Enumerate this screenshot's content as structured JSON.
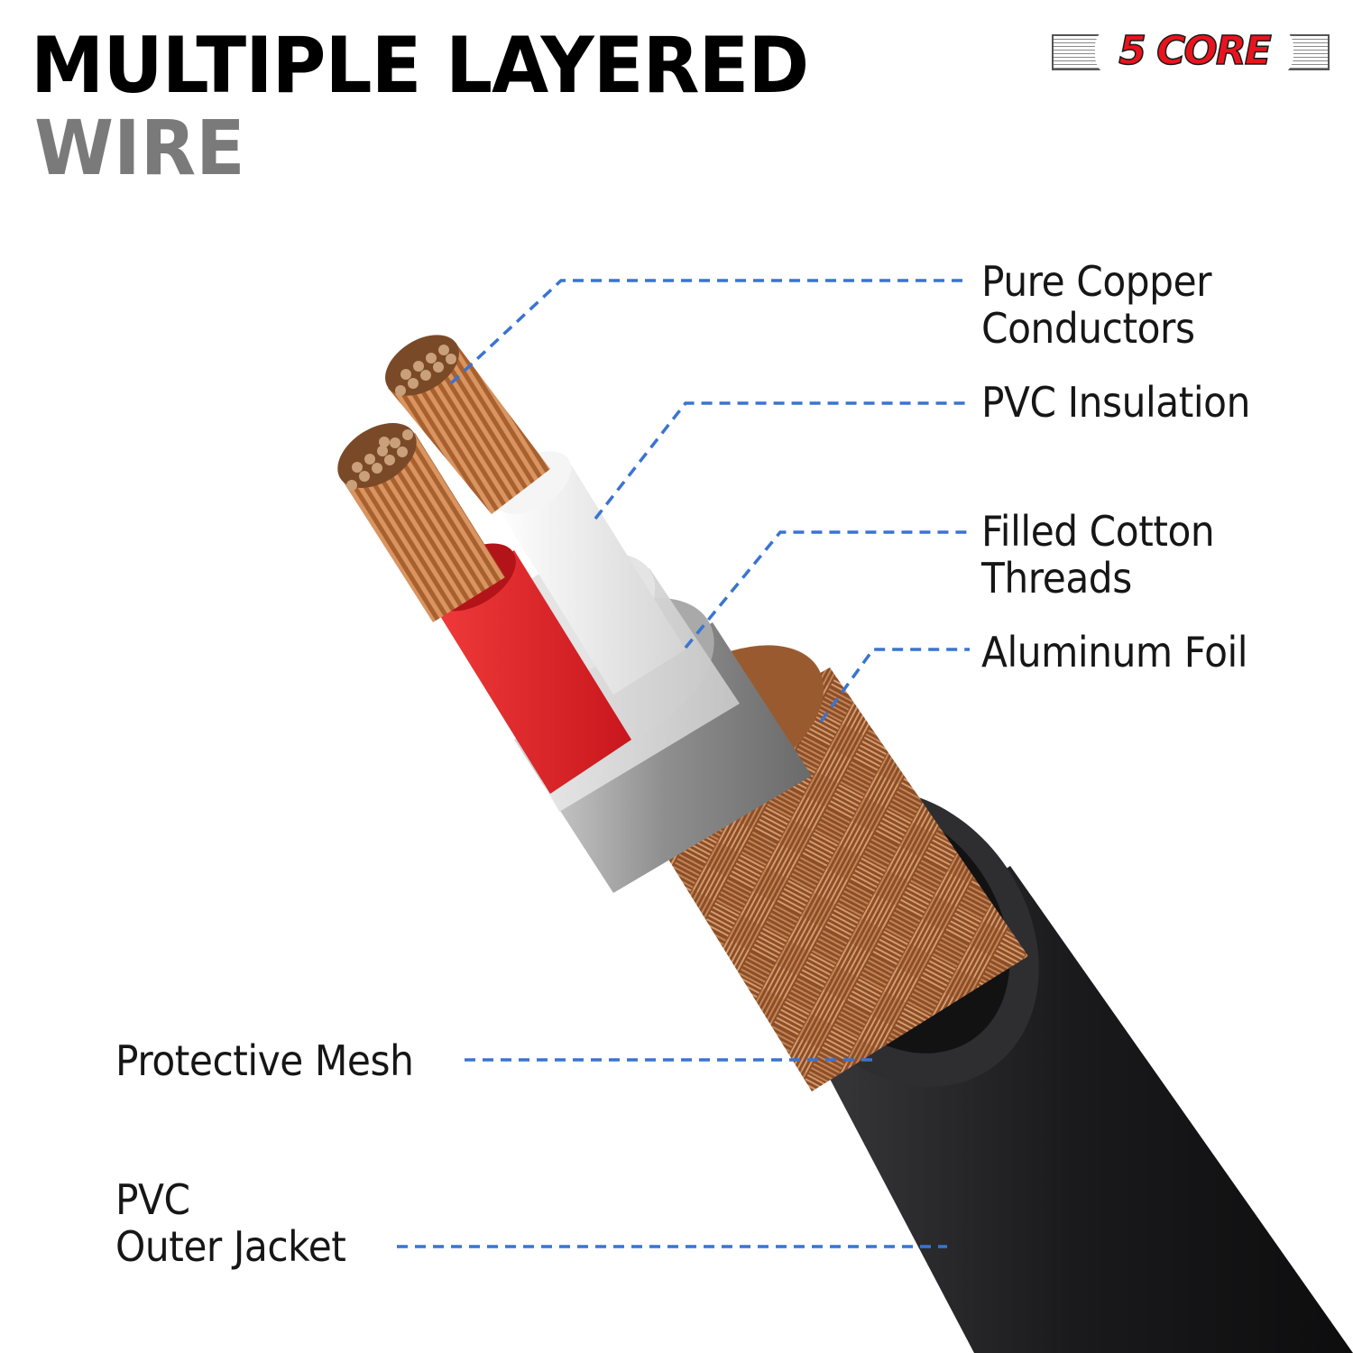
{
  "header": {
    "title_line1": "MULTIPLE LAYERED",
    "title_line2": "WIRE",
    "title_colors": {
      "line1": "#000000",
      "line2": "#7a7a7a"
    }
  },
  "brand": {
    "logo_text": "5 CORE",
    "logo_color": "#e8141d"
  },
  "callouts": [
    {
      "id": "pure-copper",
      "line1": "Pure Copper",
      "line2": "Conductors"
    },
    {
      "id": "pvc-insulation",
      "line1": "PVC Insulation"
    },
    {
      "id": "filled-cotton",
      "line1": "Filled Cotton",
      "line2": "Threads"
    },
    {
      "id": "aluminum-foil",
      "line1": "Aluminum Foil"
    },
    {
      "id": "protective-mesh",
      "line1": "Protective Mesh"
    },
    {
      "id": "pvc-outer-jacket",
      "line1": "PVC",
      "line2": "Outer Jacket"
    }
  ],
  "colors": {
    "leader_line": "#3a74d0",
    "copper": "#b8703f",
    "red_insulation": "#e0252b",
    "white_insulation": "#ebebeb",
    "foil": "#8c8c8c",
    "jacket": "#1c1c1e"
  }
}
